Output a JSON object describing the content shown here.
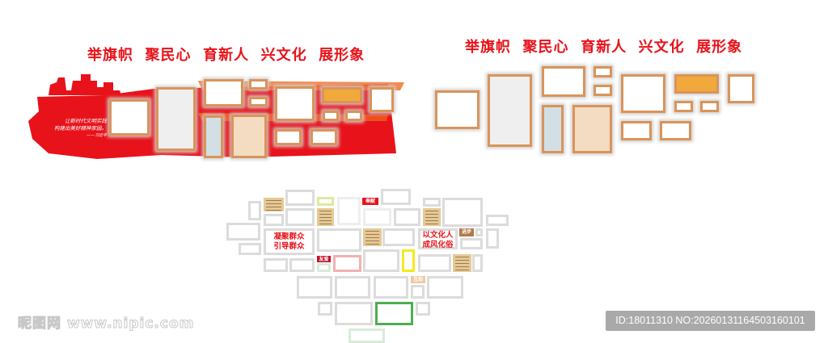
{
  "left_wall": {
    "title": "举旗帜  聚民心  育新人  兴文化  展形象",
    "quote_line1": "让新时代文明实践",
    "quote_line2": "构建出美好精神家园。",
    "quote_author": "——习近平",
    "colors": {
      "banner": "#e8121a",
      "frame": "#d9945a",
      "orange_fill": "#f2a93b",
      "peach_fill": "#f3dcc2",
      "blue_fill": "#d2e0e6"
    }
  },
  "right_wall": {
    "title": "举旗帜  聚民心  育新人  兴文化  展形象"
  },
  "heart_wall": {
    "slogan_left": [
      "凝聚群众",
      "引导群众"
    ],
    "slogan_right": [
      "以文化人",
      "成风化俗"
    ],
    "labels": {
      "dedication": "奉献",
      "friendship": "友爱",
      "progress": "进步",
      "mutual_help": "互助"
    }
  },
  "watermark": {
    "site": "昵图网 www.nipic.com",
    "id_text": "ID:18011310 NO:20260131164503160101"
  }
}
